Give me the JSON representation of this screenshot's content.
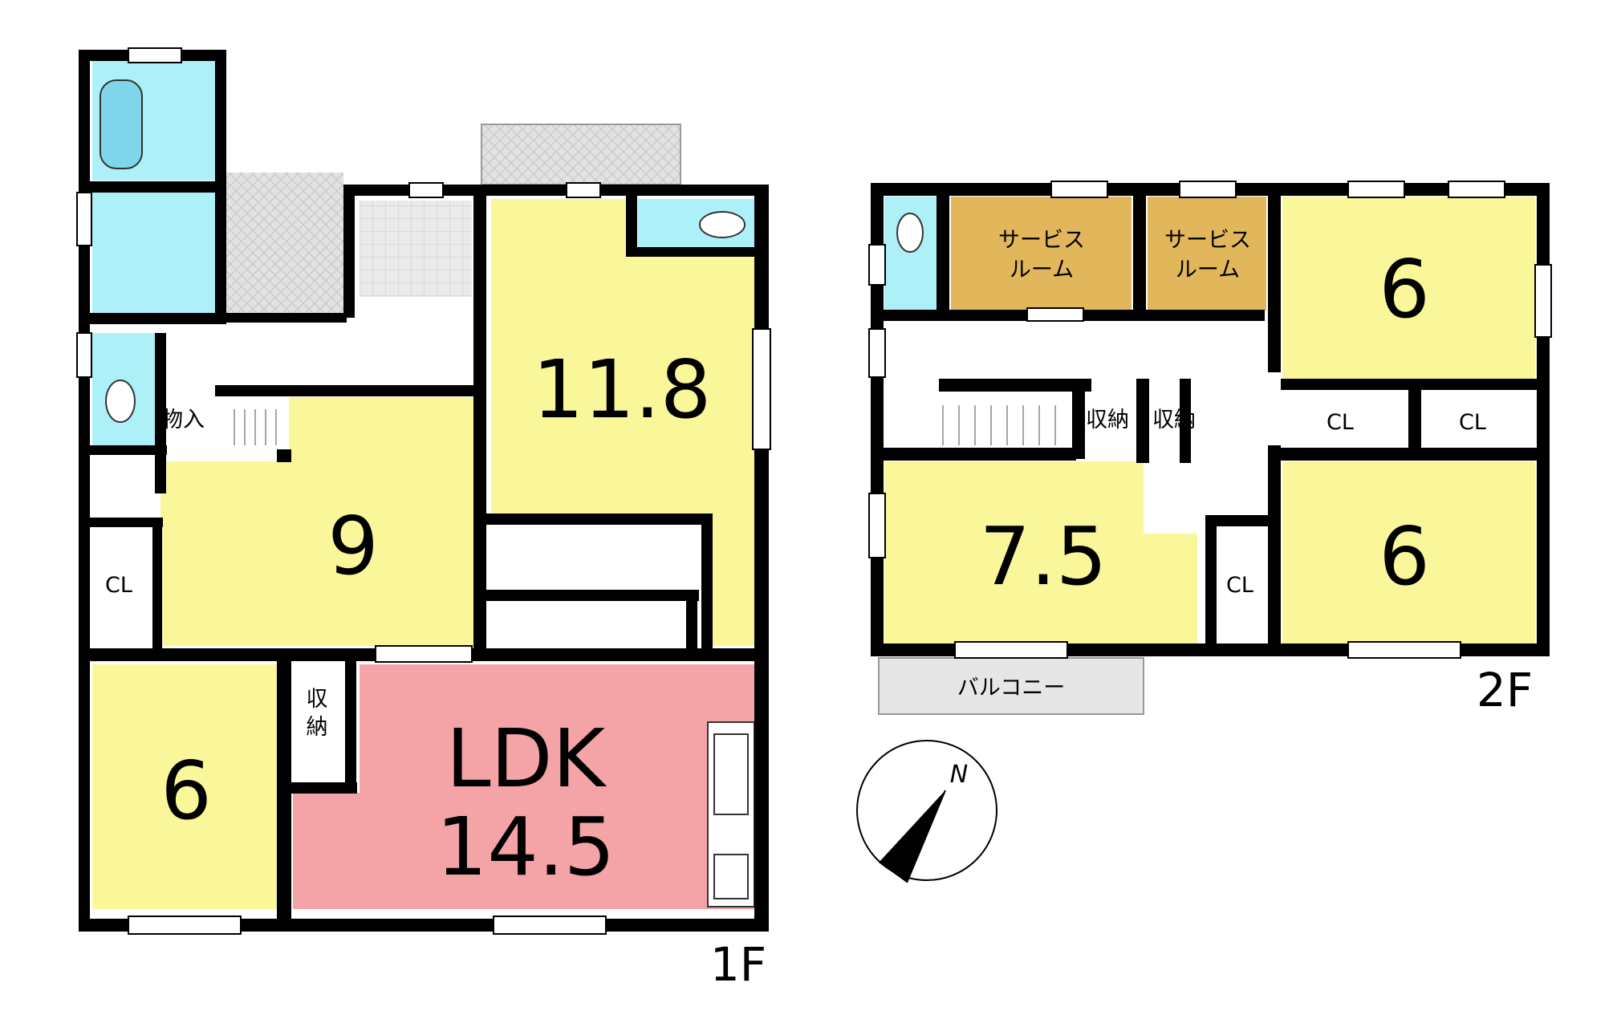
{
  "colors": {
    "room_yellow": "#f9f79a",
    "ldk_pink": "#f4a3a7",
    "service_room": "#e2b65a",
    "wet_area_blue": "#aef0f8",
    "hatch_gray": "#d5d5d5",
    "balcony_gray": "#e6e6e6",
    "wall_black": "#000000",
    "floor_white": "#ffffff"
  },
  "floor1": {
    "label": "1F",
    "room_11_8": "11.8",
    "room_9": "9",
    "room_6": "6",
    "ldk_name": "LDK",
    "ldk_size": "14.5",
    "closet": "CL",
    "storage": "物入",
    "storage_v1": "収",
    "storage_v2": "納"
  },
  "floor2": {
    "label": "2F",
    "service_room_a_l1": "サービス",
    "service_room_a_l2": "ルーム",
    "service_room_b_l1": "サービス",
    "service_room_b_l2": "ルーム",
    "room_6_top": "6",
    "room_7_5": "7.5",
    "room_6_bottom": "6",
    "storage_a": "収納",
    "storage_b": "収納",
    "closet_a": "CL",
    "closet_b": "CL",
    "closet_c": "CL",
    "balcony": "バルコニー"
  },
  "compass": {
    "north": "N",
    "icon": "compass-icon"
  }
}
